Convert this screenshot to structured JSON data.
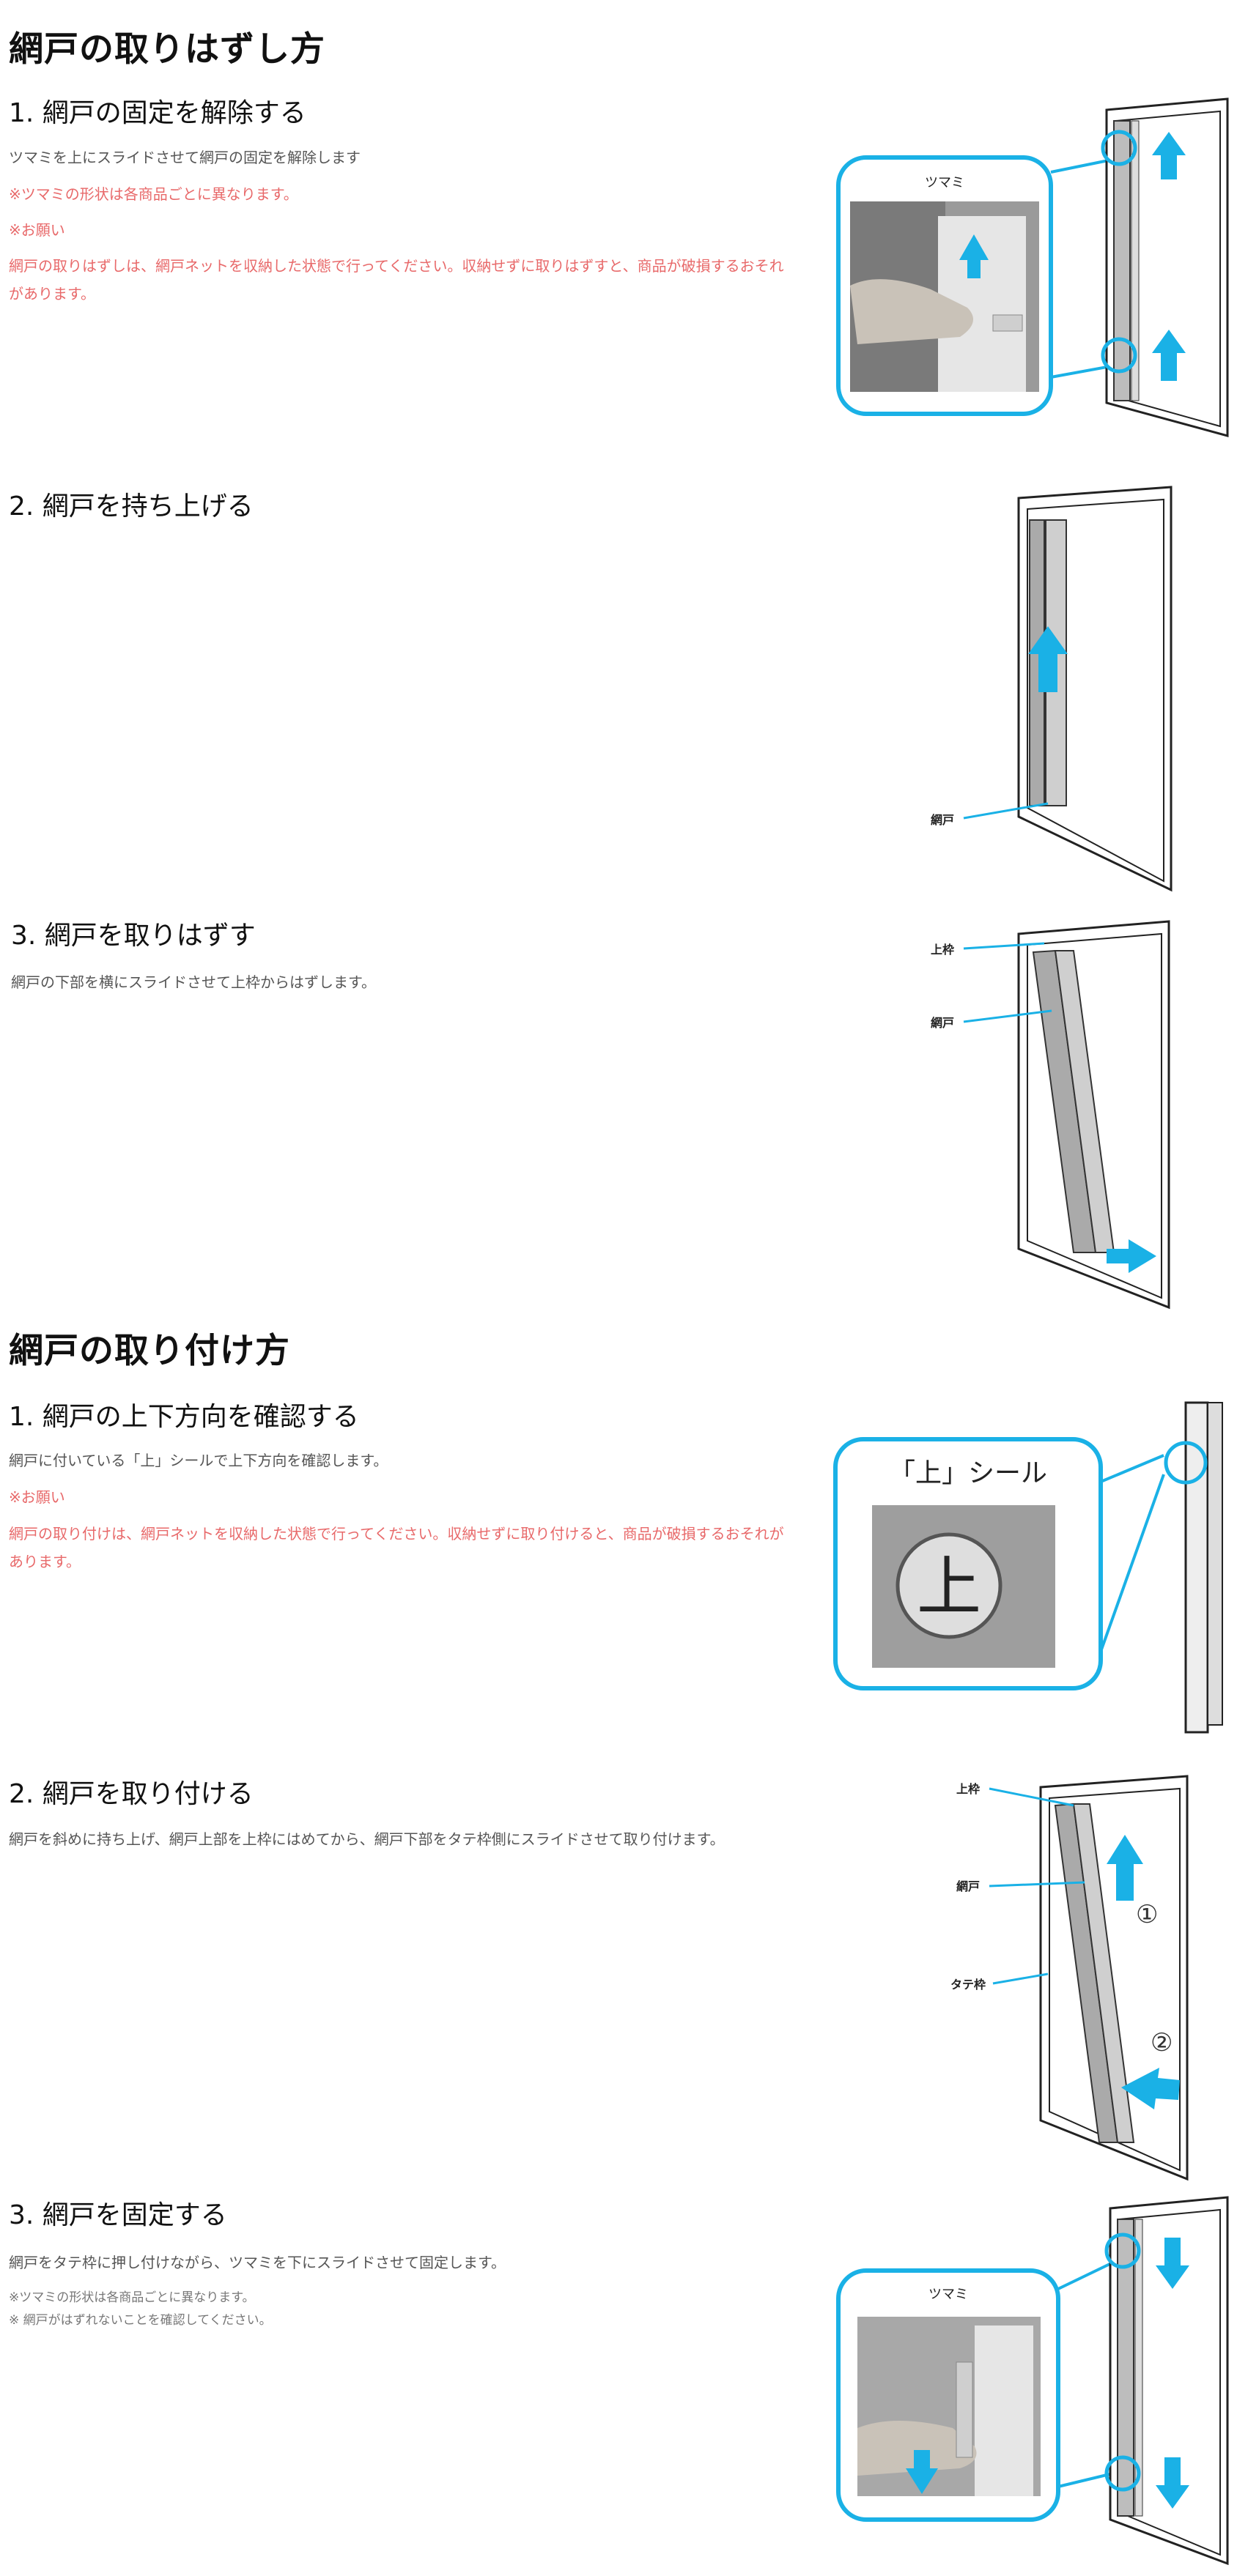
{
  "colors": {
    "accent": "#1ab1e6",
    "caution": "#e8696a",
    "text": "#555555"
  },
  "removal": {
    "title": "網戸の取りはずし方",
    "step1": {
      "title": "1. 網戸の固定を解除する",
      "text": "ツマミを上にスライドさせて網戸の固定を解除します",
      "note": "※ツマミの形状は各商品ごとに異なります。",
      "caution_label": "※お願い",
      "caution_text": "網戸の取りはずしは、網戸ネットを収納した状態で行ってください。収納せずに取りはずすと、商品が破損するおそれがあります。",
      "callout": "ツマミ"
    },
    "step2": {
      "title": "2. 網戸を持ち上げる",
      "label_screen": "網戸"
    },
    "step3": {
      "title": "3. 網戸を取りはずす",
      "text": "網戸の下部を横にスライドさせて上枠からはずします。",
      "label_top_frame": "上枠",
      "label_screen": "網戸"
    }
  },
  "install": {
    "title": "網戸の取り付け方",
    "step1": {
      "title": "1. 網戸の上下方向を確認する",
      "text": "網戸に付いている「上」シールで上下方向を確認します。",
      "caution_label": "※お願い",
      "caution_text": "網戸の取り付けは、網戸ネットを収納した状態で行ってください。収納せずに取り付けると、商品が破損するおそれがあります。",
      "callout": "「上」シール",
      "seal_char": "上"
    },
    "step2": {
      "title": "2. 網戸を取り付ける",
      "text": "網戸を斜めに持ち上げ、網戸上部を上枠にはめてから、網戸下部をタテ枠側にスライドさせて取り付けます。",
      "label_top_frame": "上枠",
      "label_screen": "網戸",
      "label_side_frame": "タテ枠",
      "marker1": "①",
      "marker2": "②"
    },
    "step3": {
      "title": "3. 網戸を固定する",
      "text": "網戸をタテ枠に押し付けながら、ツマミを下にスライドさせて固定します。",
      "note1": "※ツマミの形状は各商品ごとに異なります。",
      "note2": "※ 網戸がはずれないことを確認してください。",
      "callout": "ツマミ"
    }
  }
}
